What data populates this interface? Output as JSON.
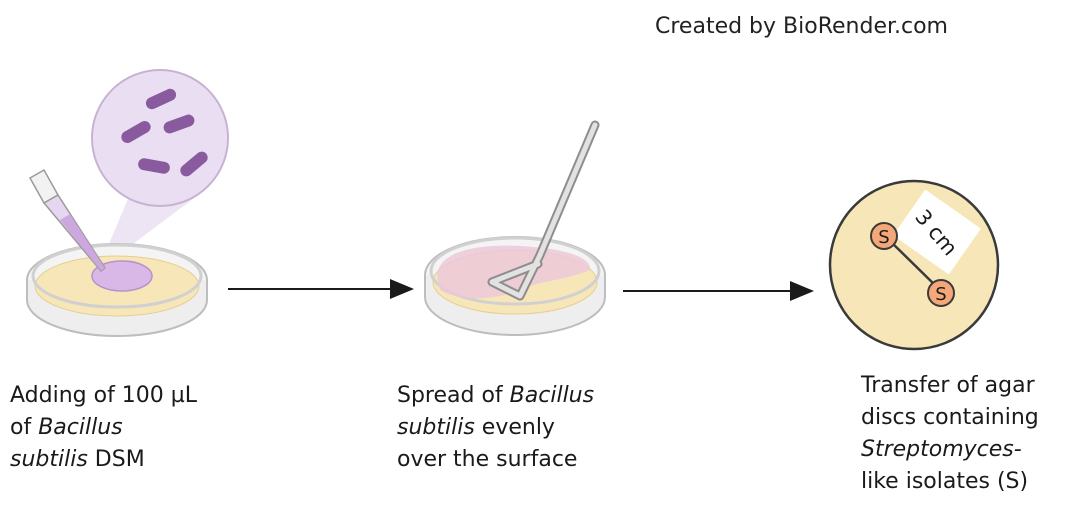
{
  "credit": "Created by BioRender.com",
  "steps": [
    {
      "caption": {
        "l1": "Adding of 100 µL",
        "l2a": "of ",
        "l2b": "Bacillus",
        "l3a": "subtilis",
        "l3b": " DSM"
      }
    },
    {
      "caption": {
        "l1a": "Spread of ",
        "l1b": "Bacillus",
        "l2a": "subtilis",
        "l2b": " evenly",
        "l3": "over the surface"
      }
    },
    {
      "caption": {
        "l1": "Transfer of agar",
        "l2": "discs containing",
        "l3": "Streptomyces-",
        "l4": "like isolates (S)"
      },
      "disc_label": "S",
      "distance_label": "3 cm"
    }
  ],
  "icons": [
    "pipette-icon",
    "petri-dish-icon",
    "bacteria-icon",
    "spreader-icon",
    "arrow-icon"
  ],
  "colors": {
    "agar": "#f6e6b8",
    "dish_rim": "#d8d8d8",
    "bacteria_bubble": "#eadff2",
    "bacteria_cell": "#8a5a9e",
    "drop": "#d9b8e8",
    "spread": "#ecc8d8",
    "disc": "#f4a879",
    "arrow": "#1a1a1a"
  }
}
